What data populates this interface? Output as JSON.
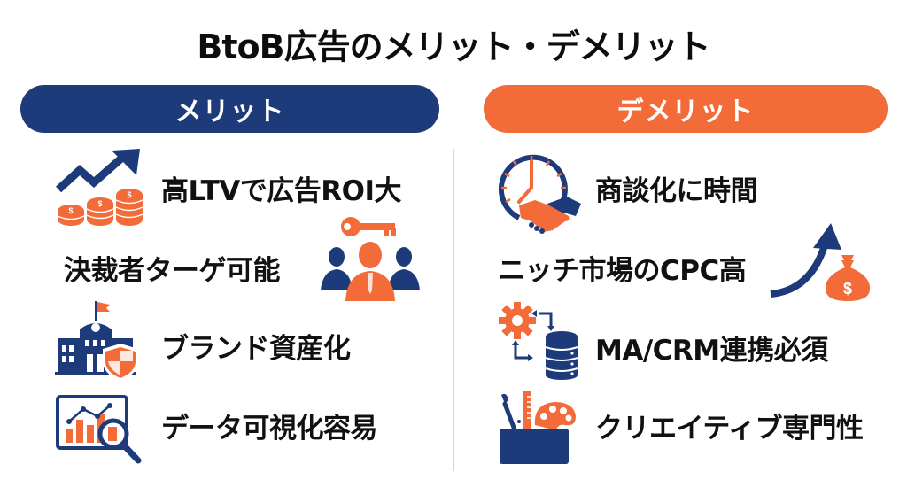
{
  "title": "BtoB広告のメリット・デメリット",
  "colors": {
    "navy": "#1d3a7a",
    "orange": "#f26b38",
    "divider": "#d6d6d6",
    "text": "#111111"
  },
  "merits": {
    "header": "メリット",
    "items": [
      {
        "label": "高LTVで広告ROI大",
        "icon": "growth-chart-coins-icon"
      },
      {
        "label": "決裁者ターゲ可能",
        "icon": "key-decision-maker-icon"
      },
      {
        "label": "ブランド資産化",
        "icon": "building-shield-icon"
      },
      {
        "label": "データ可視化容易",
        "icon": "chart-magnifier-icon"
      }
    ]
  },
  "demerits": {
    "header": "デメリット",
    "items": [
      {
        "label": "商談化に時間",
        "icon": "clock-handshake-icon"
      },
      {
        "label": "ニッチ市場のCPC高",
        "icon": "rising-arrow-money-bag-icon"
      },
      {
        "label": "MA/CRM連携必須",
        "icon": "gear-database-sync-icon"
      },
      {
        "label": "クリエイティブ専門性",
        "icon": "creative-toolbox-icon"
      }
    ]
  }
}
